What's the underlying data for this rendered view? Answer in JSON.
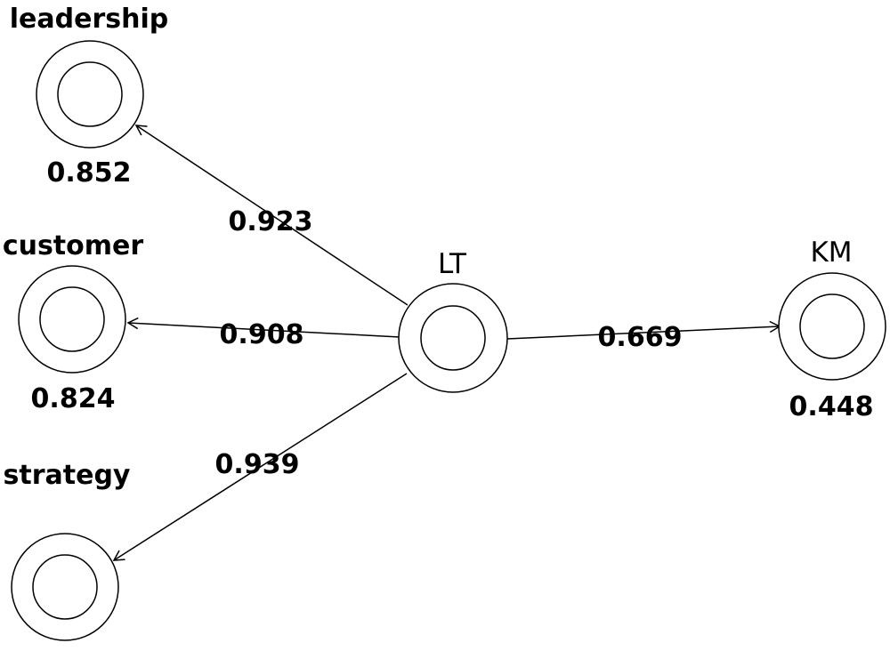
{
  "colors": {
    "stroke": "#000000",
    "background": "#ffffff"
  },
  "nodes": {
    "leadership": {
      "label": "leadership",
      "value": "0.852"
    },
    "customer": {
      "label": "customer",
      "value": "0.824"
    },
    "strategy": {
      "label": "strategy",
      "value": ""
    },
    "lt": {
      "label": "LT",
      "value": ""
    },
    "km": {
      "label": "KM",
      "value": "0.448"
    }
  },
  "edges": {
    "lt_leadership": {
      "from": "LT",
      "to": "leadership",
      "weight": "0.923"
    },
    "lt_customer": {
      "from": "LT",
      "to": "customer",
      "weight": "0.908"
    },
    "lt_strategy": {
      "from": "LT",
      "to": "strategy",
      "weight": "0.939"
    },
    "lt_km": {
      "from": "LT",
      "to": "KM",
      "weight": "0.669"
    }
  }
}
